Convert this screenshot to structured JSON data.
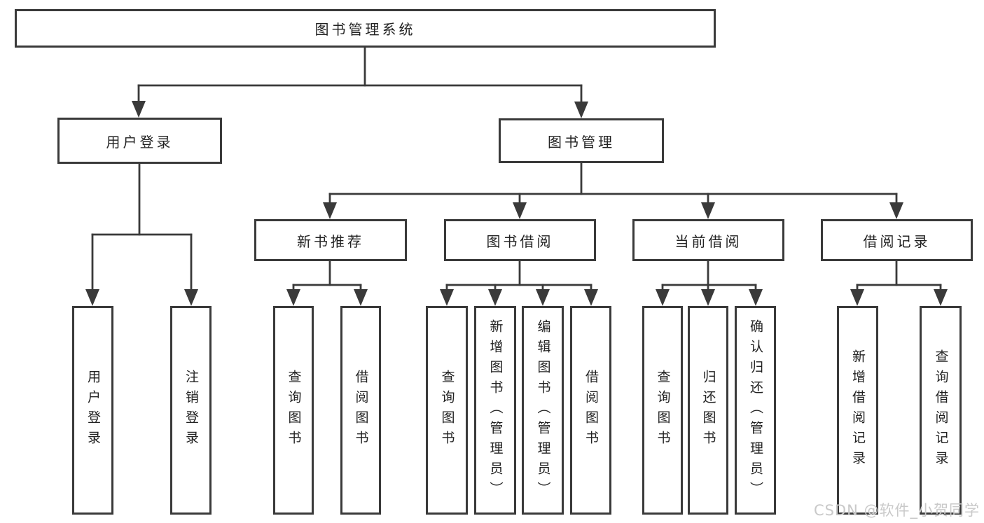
{
  "colors": {
    "line": "#3a3a3a",
    "text": "#222222",
    "background": "#ffffff",
    "watermark": "#c9c9c9"
  },
  "nodes": {
    "root": "图书管理系统",
    "user_login": "用户登录",
    "book_mgmt": "图书管理",
    "new_book_rec": "新书推荐",
    "book_borrow": "图书借阅",
    "current_borrow": "当前借阅",
    "borrow_records": "借阅记录",
    "ul_user_login": "用户登录",
    "ul_logout": "注销登录",
    "nb_query_books": "查询图书",
    "nb_borrow_books": "借阅图书",
    "bb_query_books": "查询图书",
    "bb_add_books_admin": "新增图书（管理员）",
    "bb_edit_books_admin": "编辑图书（管理员）",
    "bb_borrow_books": "借阅图书",
    "cb_query_books": "查询图书",
    "cb_return_books": "归还图书",
    "cb_confirm_return_admin": "确认归还（管理员）",
    "br_add_record": "新增借阅记录",
    "br_query_record": "查询借阅记录"
  },
  "hierarchy": {
    "图书管理系统": {
      "用户登录": [
        "用户登录",
        "注销登录"
      ],
      "图书管理": {
        "新书推荐": [
          "查询图书",
          "借阅图书"
        ],
        "图书借阅": [
          "查询图书",
          "新增图书（管理员）",
          "编辑图书（管理员）",
          "借阅图书"
        ],
        "当前借阅": [
          "查询图书",
          "归还图书",
          "确认归还（管理员）"
        ],
        "借阅记录": [
          "新增借阅记录",
          "查询借阅记录"
        ]
      }
    }
  },
  "watermark": "CSDN @软件_小贺同学"
}
